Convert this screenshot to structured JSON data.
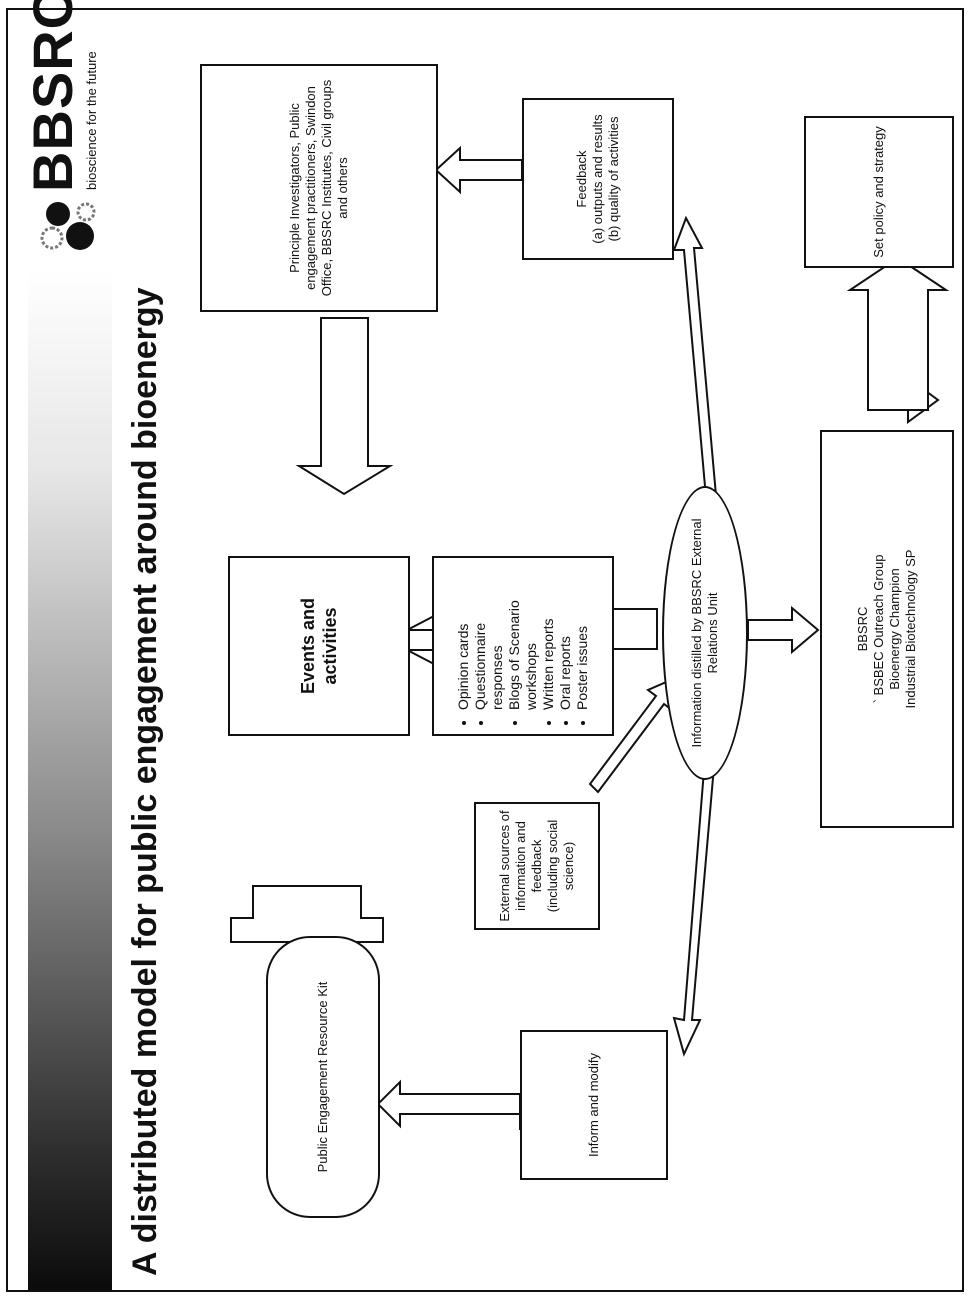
{
  "slide": {
    "title": "A distributed model for public engagement around bioenergy"
  },
  "logo": {
    "name": "BBSRC",
    "tagline": "bioscience for the future"
  },
  "nodes": {
    "resource_kit": "Public Engagement Resource Kit",
    "events": "Events and activities",
    "stakeholders": "Principle Investigators, Public engagement practitioners, Swindon Office, BBSRC Institutes, Civil groups and others",
    "inform": "Inform and modify",
    "external_sources": "External sources of information and feedback (including social science)",
    "information_unit": "Information distilled by BBSRC External Relations Unit",
    "feedback": "Feedback\n(a) outputs and results\n(b) quality of activities",
    "bbsrc_groups": {
      "line1": "BBSRC",
      "line2": "` BSBEC Outreach Group",
      "line3": "Bioenergy Champion",
      "line4": "Industrial Biotechnology SP"
    },
    "policy": "Set policy and strategy"
  },
  "outputs": [
    "Opinion cards",
    "Questionnaire responses",
    "Blogs of Scenario workshops",
    "Written reports",
    "Oral reports",
    "Poster issues"
  ]
}
